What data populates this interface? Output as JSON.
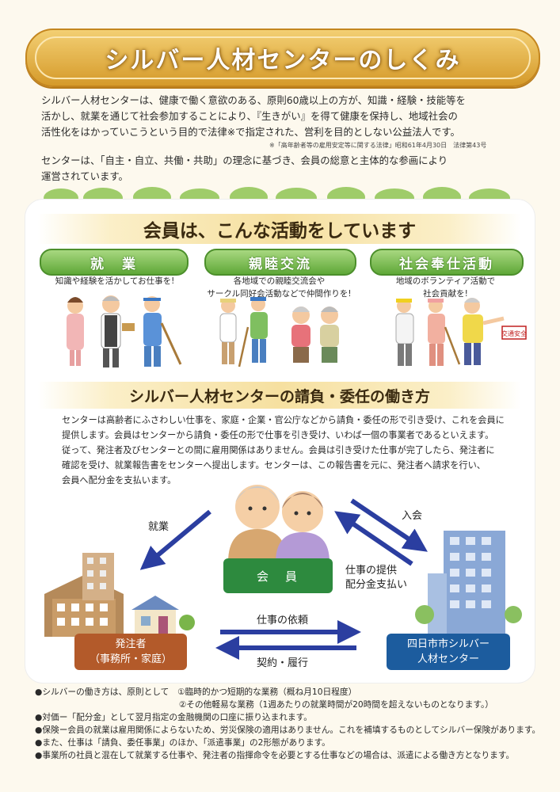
{
  "title": "シルバー人材センターのしくみ",
  "intro": {
    "p1": [
      "シルバー人材センターは、健康で働く意欲のある、原則60歳以上の方が、知識・経験・技能等を",
      "活かし、就業を通じて社会参加することにより、『生きがい』を得て健康を保持し、地域社会の",
      "活性化をはかっていこうという目的で法律※で指定された、営利を目的としない公益法人です。"
    ],
    "note": "※「高年齢者等の雇用安定等に関する法律」昭和61年4月30日　法律第43号",
    "p2": [
      "センターは、「自主・自立、共働・共助」の理念に基づき、会員の総意と主体的な参画により",
      "運営されています。"
    ]
  },
  "activities": {
    "heading": "会員は、こんな活動をしています",
    "items": [
      {
        "label": "就　業",
        "desc": [
          "知識や経験を活かしてお仕事を!"
        ]
      },
      {
        "label": "親睦交流",
        "desc": [
          "各地域での親睦交流会や",
          "サークル同好会活動などで仲間作りを!"
        ]
      },
      {
        "label": "社会奉仕活動",
        "desc": [
          "地域のボランティア活動で",
          "社会貢献を!"
        ]
      }
    ],
    "sign_text": "交通安全"
  },
  "method": {
    "heading": "シルバー人材センターの請負・委任の働き方",
    "body": [
      "センターは高齢者にふさわしい仕事を、家庭・企業・官公庁などから請負・委任の形で引き受け、これを会員に",
      "提供します。会員はセンターから請負・委任の形で仕事を引き受け、いわば一個の事業者であるといえます。",
      "従って、発注者及びセンターとの間に雇用関係はありません。会員は引き受けた仕事が完了したら、発注者に",
      "確認を受け、就業報告書をセンターへ提出します。センターは、この報告書を元に、発注者へ請求を行い、",
      "会員へ配分金を支払います。"
    ]
  },
  "diagram": {
    "member": "会　員",
    "client": [
      "発注者",
      "（事務所・家庭）"
    ],
    "center": [
      "四日市市シルバー",
      "人材センター"
    ],
    "arrow_work": "就業",
    "arrow_join": "入会",
    "arrow_supply": [
      "仕事の提供",
      "配分金支払い"
    ],
    "arrow_request": "仕事の依頼",
    "arrow_contract": "契約・履行"
  },
  "notes": [
    "●シルバーの働き方は、原則として　①臨時的かつ短期的な業務（概ね月10日程度）",
    "　　　　　　　　　　　　　　　　　②その他軽易な業務（1週あたりの就業時間が20時間を超えないものとなります。）",
    "●対価ー「配分金」として翌月指定の金融機関の口座に振り込まれます。",
    "●保険ー会員の就業は雇用関係によらないため、労災保険の適用はありません。これを補填するものとしてシルバー保険があります。",
    "●また、仕事は「請負、委任事業」のほか、「派遣事業」の2形態があります。",
    "●事業所の社員と混在して就業する仕事や、発注者の指揮命令を必要とする仕事などの場合は、派遣による働き方となります。"
  ],
  "colors": {
    "gold": "#d59a2a",
    "green": "#2d8a3e",
    "brown": "#b35a2a",
    "blue": "#1c5c9e",
    "arrow": "#2b3ea0"
  }
}
